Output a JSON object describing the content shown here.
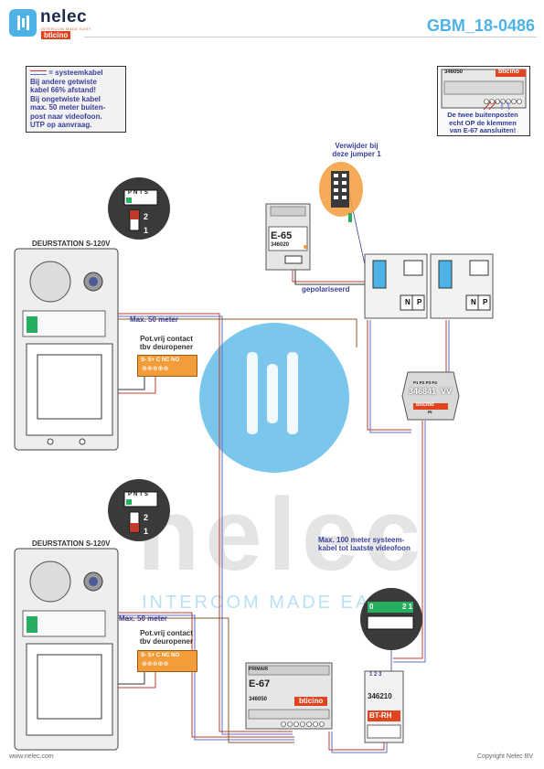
{
  "header": {
    "logo_name": "nelec",
    "logo_sub": "INTERCOM MADE EASY",
    "logo_brand": "bticino",
    "doc_id": "GBM_18-0486"
  },
  "note": {
    "title": "= systeemkabel",
    "lines": [
      "Bij andere getwiste",
      "kabel 66% afstand!",
      "Bij ongetwiste kabel",
      "max. 50 meter buiten-",
      "post naar videofoon.",
      "UTP op aanvraag."
    ]
  },
  "top_panel": {
    "part": "346050",
    "brand": "bticino",
    "caption": [
      "De twee buitenposten",
      "echt OP de klemmen",
      "van E-67 aansluiten!"
    ]
  },
  "jumper": {
    "label": [
      "Verwijder bij",
      "deze jumper 1"
    ]
  },
  "psu": {
    "name": "E-65",
    "part": "346020"
  },
  "polarized": "gepolariseerd",
  "monitor_np": {
    "n": "N",
    "p": "P"
  },
  "doorstations": [
    {
      "title": "DEURSTATION S-120V",
      "terminals": [
        "P",
        "N",
        "T",
        "S"
      ],
      "dip_top": "2",
      "dip_bottom": "1",
      "max_label": "Max. 50 meter",
      "relay_label": [
        "Pot.vrij contact",
        "tbv deuropener"
      ],
      "relay_pins": "S- S+ C NC NO"
    },
    {
      "title": "DEURSTATION S-120V",
      "terminals": [
        "P",
        "N",
        "T",
        "S"
      ],
      "dip_top": "2",
      "dip_bottom": "1",
      "max_label": "Max. 50 meter",
      "relay_label": [
        "Pot.vrij contact",
        "tbv deuropener"
      ],
      "relay_pins": "S- S+ C NC NO"
    }
  ],
  "distributor": {
    "part": "346841",
    "type": "VV",
    "brand": "bticino",
    "ports": [
      "P1",
      "P2",
      "P3",
      "P4"
    ],
    "in": "IN"
  },
  "max100": [
    "Max. 100 meter systeem-",
    "kabel tot laatste videofoon"
  ],
  "e67": {
    "name": "E-67",
    "part": "346050",
    "brand": "bticino",
    "label": "PRIMAIR"
  },
  "adapter": {
    "part": "346210",
    "label": "BT-RH",
    "inset_left": "0",
    "inset_right": "2 1",
    "pins": "1 2 3"
  },
  "footer": {
    "left": "www.nelec.com",
    "right": "Copyright Nelec BV"
  },
  "watermark": {
    "word": "nelec",
    "sub": "INTERCOM MADE EASY"
  },
  "colors": {
    "accent": "#4db3e6",
    "brand_red": "#e0451f",
    "cable_red": "#c0392b",
    "cable_blue": "#5e6ec7",
    "cable_brown": "#8b5a2b",
    "label_blue": "#3a3f9a"
  }
}
